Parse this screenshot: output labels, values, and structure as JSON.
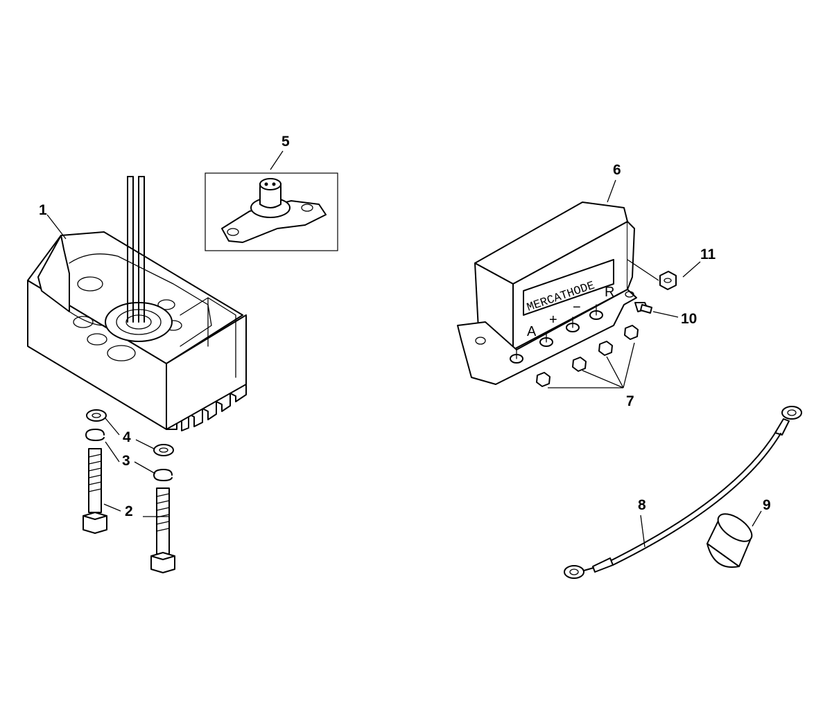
{
  "callouts": {
    "c1": "1",
    "c2": "2",
    "c3": "3",
    "c4": "4",
    "c5": "5",
    "c6": "6",
    "c7": "7",
    "c8": "8",
    "c9": "9",
    "c10": "10",
    "c11": "11"
  },
  "anode_controller": {
    "brand_label": "MERCATHODE",
    "terminals": [
      "A",
      "+",
      "−",
      "R"
    ]
  }
}
